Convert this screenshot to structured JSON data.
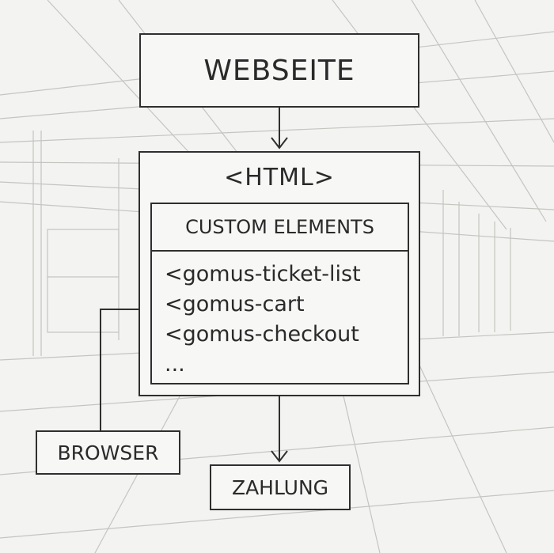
{
  "nodes": {
    "webseite": "WEBSEITE",
    "html": "<HTML>",
    "custom_elements": {
      "header": "CUSTOM ELEMENTS",
      "items": [
        "<gomus-ticket-list",
        "<gomus-cart",
        "<gomus-checkout",
        "..."
      ]
    },
    "browser": "BROWSER",
    "zahlung": "ZAHLUNG"
  }
}
